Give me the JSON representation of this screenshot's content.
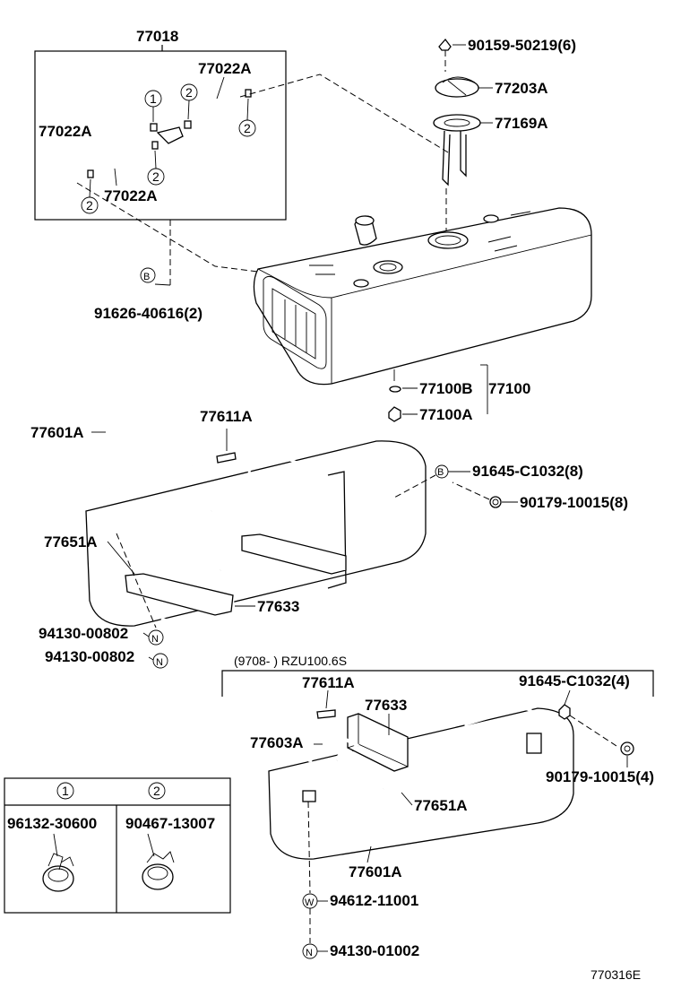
{
  "labels": {
    "p77018": "77018",
    "p77022a_top": "77022A",
    "p77022a_left": "77022A",
    "p77022a_bottom": "77022A",
    "p90159": "90159-50219(6)",
    "p77203a": "77203A",
    "p77169a": "77169A",
    "p91626": "91626-40616(2)",
    "p77100b": "77100B",
    "p77100": "77100",
    "p77100a": "77100A",
    "p77601a_top": "77601A",
    "p77611a_top": "77611A",
    "p91645_8": "91645-C1032(8)",
    "p90179_8": "90179-10015(8)",
    "p77651a_top": "77651A",
    "p77633_top": "77633",
    "p94130_1": "94130-00802",
    "p94130_2": "94130-00802",
    "variant": "(9708-     ) RZU100.6S",
    "p77611a_bot": "77611A",
    "p91645_4": "91645-C1032(4)",
    "p77633_bot": "77633",
    "p77603a": "77603A",
    "p90179_4": "90179-10015(4)",
    "p77651a_bot": "77651A",
    "p77601a_bot": "77601A",
    "p94612": "94612-11001",
    "p94130_01002": "94130-01002",
    "legend1_part": "96132-30600",
    "legend2_part": "90467-13007",
    "drawing_code": "770316E"
  },
  "circle_marks": {
    "one": "1",
    "two": "2",
    "b": "B",
    "n": "N",
    "w": "W"
  }
}
